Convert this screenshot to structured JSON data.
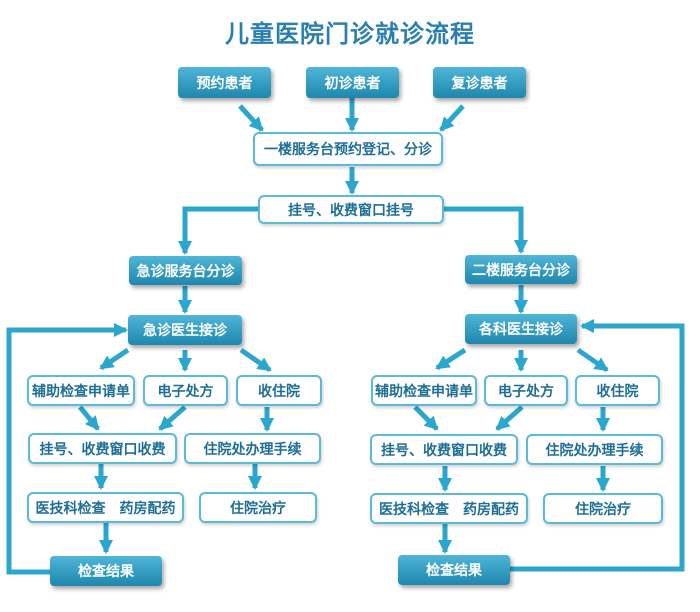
{
  "title": "儿童医院门诊就诊流程",
  "colors": {
    "accent": "#2ba6cf",
    "solid_fill": "#1f86ad",
    "outline_border": "#5bbad8",
    "title": "#2a7fb0"
  },
  "nodes": {
    "appointment_patient": "预约患者",
    "first_visit_patient": "初诊患者",
    "return_visit_patient": "复诊患者",
    "service_desk_1f": "一楼服务台预约登记、分诊",
    "registration": "挂号、收费窗口挂号",
    "emergency_triage": "急诊服务台分诊",
    "triage_2f": "二楼服务台分诊",
    "emergency_doctor": "急诊医生接诊",
    "dept_doctor": "各科医生接诊",
    "left_exam_request": "辅助检查申请单",
    "left_prescription": "电子处方",
    "left_admission": "收住院",
    "left_payment": "挂号、收费窗口收费",
    "left_admission_procedure": "住院处办理手续",
    "left_exam_pharmacy": "医技科检查　药房配药",
    "left_treatment": "住院治疗",
    "left_result": "检查结果",
    "right_exam_request": "辅助检查申请单",
    "right_prescription": "电子处方",
    "right_admission": "收住院",
    "right_payment": "挂号、收费窗口收费",
    "right_admission_procedure": "住院处办理手续",
    "right_exam_pharmacy": "医技科检查　药房配药",
    "right_treatment": "住院治疗",
    "right_result": "检查结果"
  }
}
